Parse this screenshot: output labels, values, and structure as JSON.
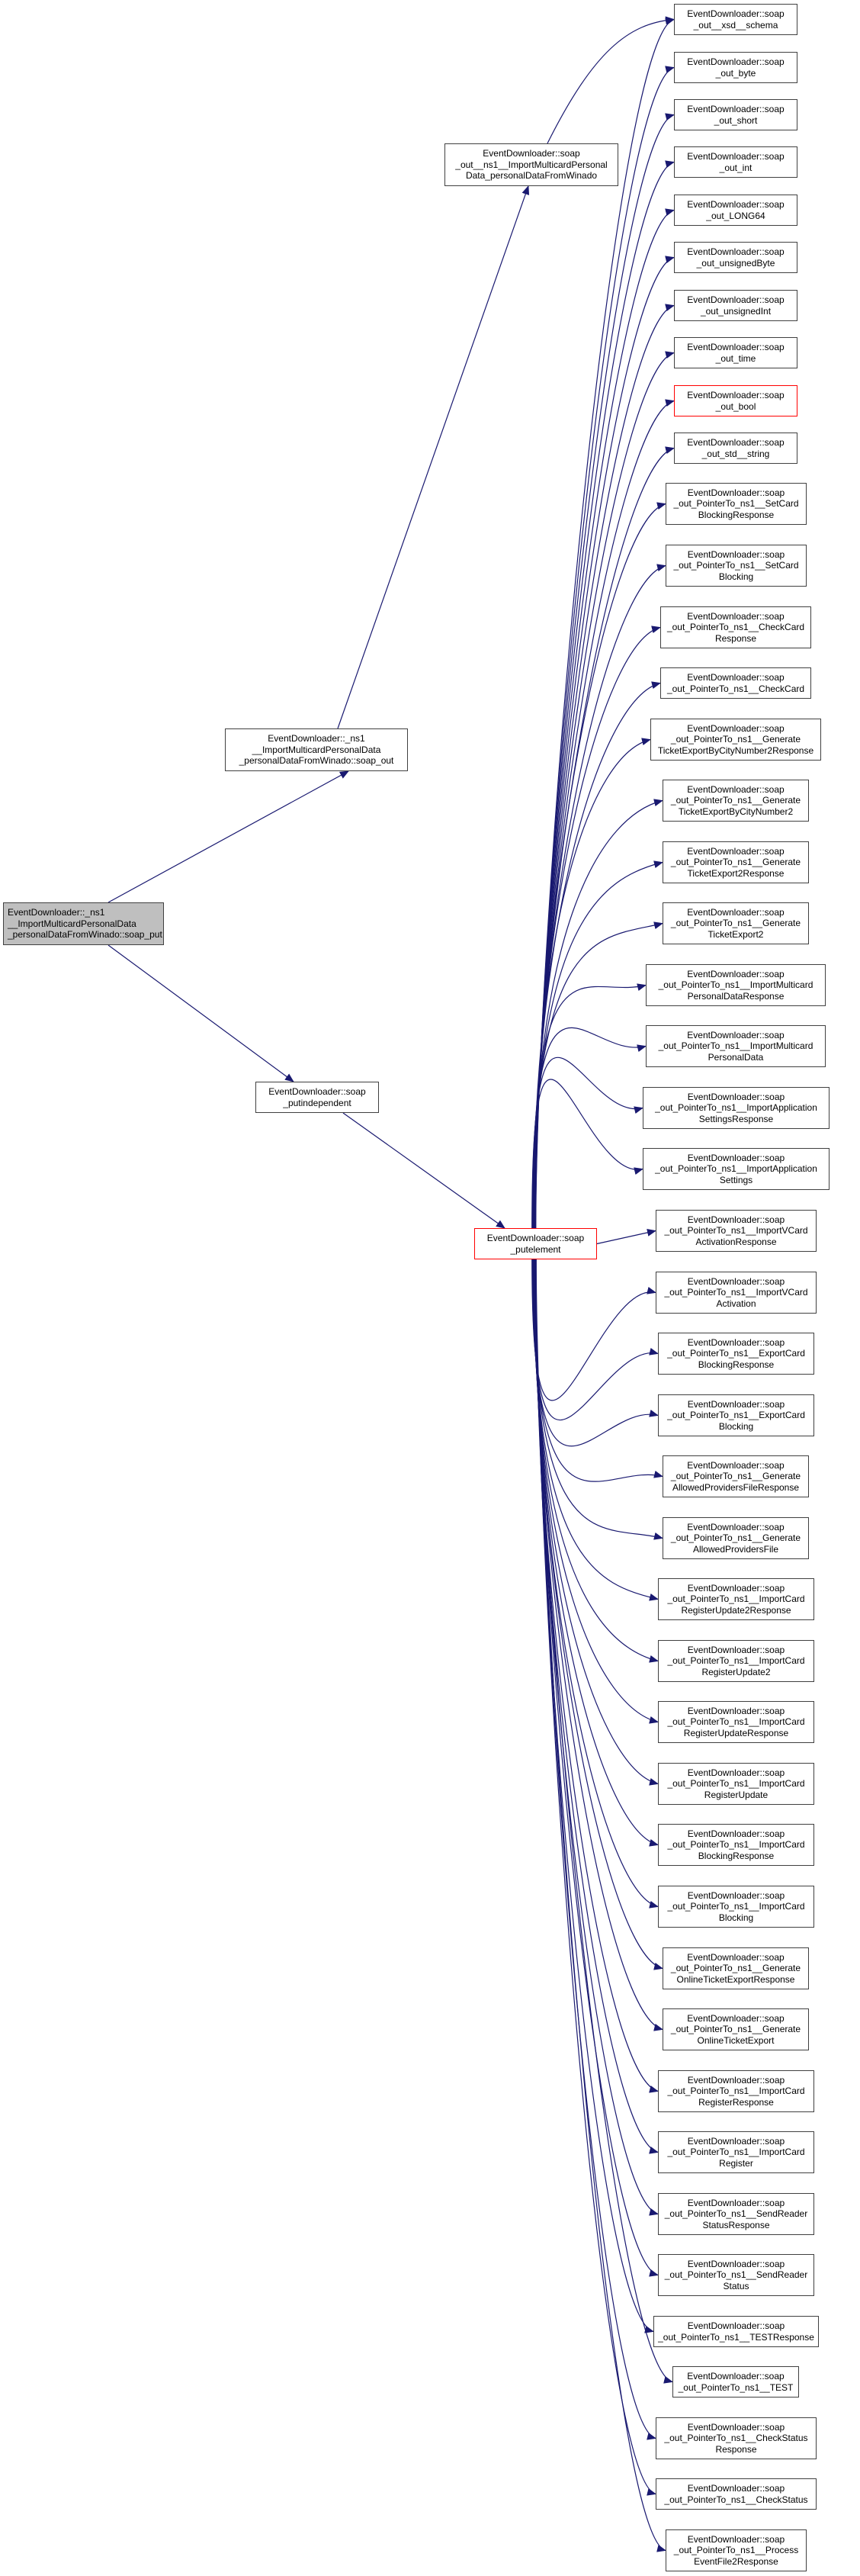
{
  "diagram": {
    "type": "call-graph",
    "edge_color": "#191970",
    "root": {
      "id": "root",
      "lines": [
        "EventDownloader::_ns1",
        "__ImportMulticardPersonalData",
        "_personalDataFromWinado::soap_put"
      ],
      "style": "highlighted",
      "fill": "#bfbfbf"
    },
    "intermediate": [
      {
        "id": "soap_out_method",
        "lines": [
          "EventDownloader::_ns1",
          "__ImportMulticardPersonalData",
          "_personalDataFromWinado::soap_out"
        ],
        "style": "normal"
      },
      {
        "id": "soap_out_ns1",
        "lines": [
          "EventDownloader::soap",
          "_out__ns1__ImportMulticardPersonal",
          "Data_personalDataFromWinado"
        ],
        "style": "normal"
      },
      {
        "id": "putindependent",
        "lines": [
          "EventDownloader::soap",
          "_putindependent"
        ],
        "style": "normal"
      },
      {
        "id": "putelement",
        "lines": [
          "EventDownloader::soap",
          "_putelement"
        ],
        "style": "red-border"
      }
    ],
    "leaves": [
      {
        "lines": [
          "EventDownloader::soap",
          "_out__xsd__schema"
        ],
        "style": "normal"
      },
      {
        "lines": [
          "EventDownloader::soap",
          "_out_byte"
        ],
        "style": "normal"
      },
      {
        "lines": [
          "EventDownloader::soap",
          "_out_short"
        ],
        "style": "normal"
      },
      {
        "lines": [
          "EventDownloader::soap",
          "_out_int"
        ],
        "style": "normal"
      },
      {
        "lines": [
          "EventDownloader::soap",
          "_out_LONG64"
        ],
        "style": "normal"
      },
      {
        "lines": [
          "EventDownloader::soap",
          "_out_unsignedByte"
        ],
        "style": "normal"
      },
      {
        "lines": [
          "EventDownloader::soap",
          "_out_unsignedInt"
        ],
        "style": "normal"
      },
      {
        "lines": [
          "EventDownloader::soap",
          "_out_time"
        ],
        "style": "normal"
      },
      {
        "lines": [
          "EventDownloader::soap",
          "_out_bool"
        ],
        "style": "red-border"
      },
      {
        "lines": [
          "EventDownloader::soap",
          "_out_std__string"
        ],
        "style": "normal"
      },
      {
        "lines": [
          "EventDownloader::soap",
          "_out_PointerTo_ns1__SetCard",
          "BlockingResponse"
        ],
        "style": "normal"
      },
      {
        "lines": [
          "EventDownloader::soap",
          "_out_PointerTo_ns1__SetCard",
          "Blocking"
        ],
        "style": "normal"
      },
      {
        "lines": [
          "EventDownloader::soap",
          "_out_PointerTo_ns1__CheckCard",
          "Response"
        ],
        "style": "normal"
      },
      {
        "lines": [
          "EventDownloader::soap",
          "_out_PointerTo_ns1__CheckCard"
        ],
        "style": "normal"
      },
      {
        "lines": [
          "EventDownloader::soap",
          "_out_PointerTo_ns1__Generate",
          "TicketExportByCityNumber2Response"
        ],
        "style": "normal"
      },
      {
        "lines": [
          "EventDownloader::soap",
          "_out_PointerTo_ns1__Generate",
          "TicketExportByCityNumber2"
        ],
        "style": "normal"
      },
      {
        "lines": [
          "EventDownloader::soap",
          "_out_PointerTo_ns1__Generate",
          "TicketExport2Response"
        ],
        "style": "normal"
      },
      {
        "lines": [
          "EventDownloader::soap",
          "_out_PointerTo_ns1__Generate",
          "TicketExport2"
        ],
        "style": "normal"
      },
      {
        "lines": [
          "EventDownloader::soap",
          "_out_PointerTo_ns1__ImportMulticard",
          "PersonalDataResponse"
        ],
        "style": "normal"
      },
      {
        "lines": [
          "EventDownloader::soap",
          "_out_PointerTo_ns1__ImportMulticard",
          "PersonalData"
        ],
        "style": "normal"
      },
      {
        "lines": [
          "EventDownloader::soap",
          "_out_PointerTo_ns1__ImportApplication",
          "SettingsResponse"
        ],
        "style": "normal"
      },
      {
        "lines": [
          "EventDownloader::soap",
          "_out_PointerTo_ns1__ImportApplication",
          "Settings"
        ],
        "style": "normal"
      },
      {
        "lines": [
          "EventDownloader::soap",
          "_out_PointerTo_ns1__ImportVCard",
          "ActivationResponse"
        ],
        "style": "normal"
      },
      {
        "lines": [
          "EventDownloader::soap",
          "_out_PointerTo_ns1__ImportVCard",
          "Activation"
        ],
        "style": "normal"
      },
      {
        "lines": [
          "EventDownloader::soap",
          "_out_PointerTo_ns1__ExportCard",
          "BlockingResponse"
        ],
        "style": "normal"
      },
      {
        "lines": [
          "EventDownloader::soap",
          "_out_PointerTo_ns1__ExportCard",
          "Blocking"
        ],
        "style": "normal"
      },
      {
        "lines": [
          "EventDownloader::soap",
          "_out_PointerTo_ns1__Generate",
          "AllowedProvidersFileResponse"
        ],
        "style": "normal"
      },
      {
        "lines": [
          "EventDownloader::soap",
          "_out_PointerTo_ns1__Generate",
          "AllowedProvidersFile"
        ],
        "style": "normal"
      },
      {
        "lines": [
          "EventDownloader::soap",
          "_out_PointerTo_ns1__ImportCard",
          "RegisterUpdate2Response"
        ],
        "style": "normal"
      },
      {
        "lines": [
          "EventDownloader::soap",
          "_out_PointerTo_ns1__ImportCard",
          "RegisterUpdate2"
        ],
        "style": "normal"
      },
      {
        "lines": [
          "EventDownloader::soap",
          "_out_PointerTo_ns1__ImportCard",
          "RegisterUpdateResponse"
        ],
        "style": "normal"
      },
      {
        "lines": [
          "EventDownloader::soap",
          "_out_PointerTo_ns1__ImportCard",
          "RegisterUpdate"
        ],
        "style": "normal"
      },
      {
        "lines": [
          "EventDownloader::soap",
          "_out_PointerTo_ns1__ImportCard",
          "BlockingResponse"
        ],
        "style": "normal"
      },
      {
        "lines": [
          "EventDownloader::soap",
          "_out_PointerTo_ns1__ImportCard",
          "Blocking"
        ],
        "style": "normal"
      },
      {
        "lines": [
          "EventDownloader::soap",
          "_out_PointerTo_ns1__Generate",
          "OnlineTicketExportResponse"
        ],
        "style": "normal"
      },
      {
        "lines": [
          "EventDownloader::soap",
          "_out_PointerTo_ns1__Generate",
          "OnlineTicketExport"
        ],
        "style": "normal"
      },
      {
        "lines": [
          "EventDownloader::soap",
          "_out_PointerTo_ns1__ImportCard",
          "RegisterResponse"
        ],
        "style": "normal"
      },
      {
        "lines": [
          "EventDownloader::soap",
          "_out_PointerTo_ns1__ImportCard",
          "Register"
        ],
        "style": "normal"
      },
      {
        "lines": [
          "EventDownloader::soap",
          "_out_PointerTo_ns1__SendReader",
          "StatusResponse"
        ],
        "style": "normal"
      },
      {
        "lines": [
          "EventDownloader::soap",
          "_out_PointerTo_ns1__SendReader",
          "Status"
        ],
        "style": "normal"
      },
      {
        "lines": [
          "EventDownloader::soap",
          "_out_PointerTo_ns1__TESTResponse"
        ],
        "style": "normal"
      },
      {
        "lines": [
          "EventDownloader::soap",
          "_out_PointerTo_ns1__TEST"
        ],
        "style": "normal"
      },
      {
        "lines": [
          "EventDownloader::soap",
          "_out_PointerTo_ns1__CheckStatus",
          "Response"
        ],
        "style": "normal"
      },
      {
        "lines": [
          "EventDownloader::soap",
          "_out_PointerTo_ns1__CheckStatus"
        ],
        "style": "normal"
      },
      {
        "lines": [
          "EventDownloader::soap",
          "_out_PointerTo_ns1__Process",
          "EventFile2Response"
        ],
        "style": "normal"
      }
    ],
    "edges": [
      {
        "from": "root",
        "to": "soap_out_method"
      },
      {
        "from": "root",
        "to": "putindependent"
      },
      {
        "from": "soap_out_method",
        "to": "soap_out_ns1"
      },
      {
        "from": "putindependent",
        "to": "putelement"
      },
      {
        "from": "soap_out_ns1",
        "to": "leaves[0]"
      },
      {
        "from": "putelement",
        "to": "leaves[*]"
      }
    ]
  }
}
